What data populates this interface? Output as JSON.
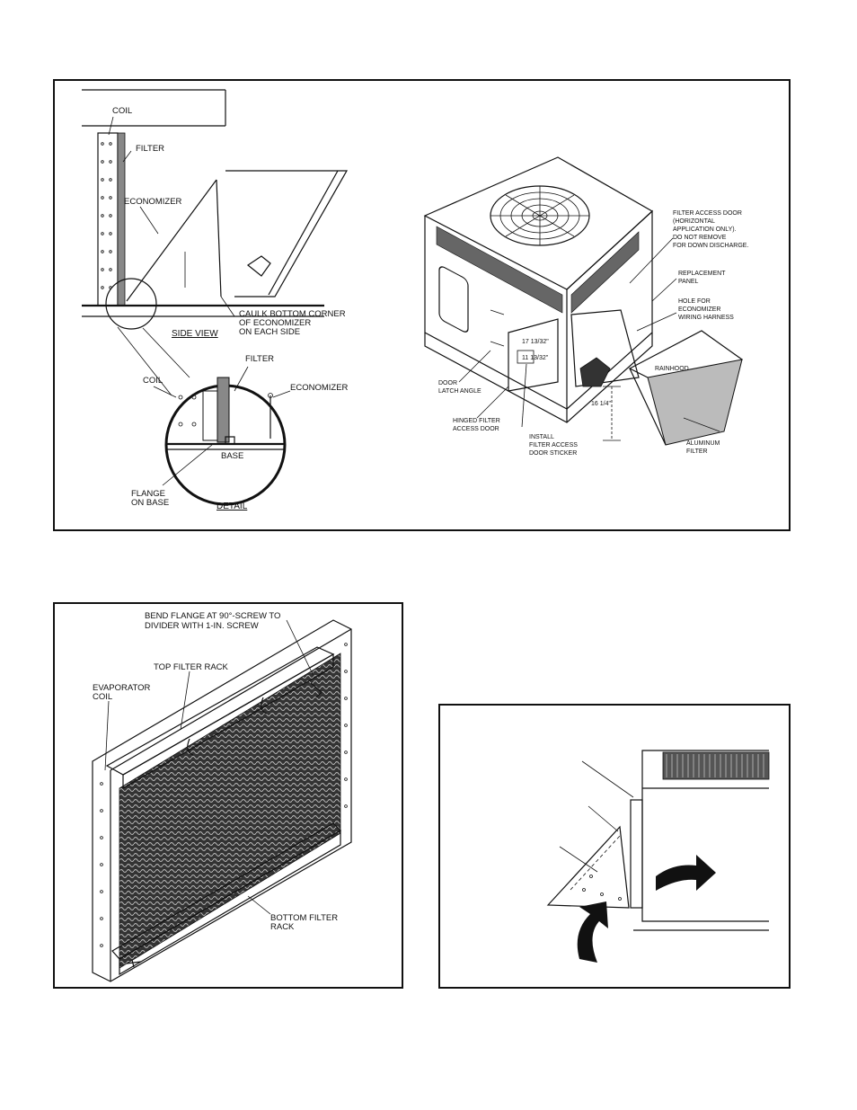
{
  "figure_a": {
    "side_view": {
      "coil": "COIL",
      "filter": "FILTER",
      "economizer": "ECONOMIZER",
      "caulk_1": "CAULK BOTTOM CORNER",
      "caulk_2": "OF ECONOMIZER",
      "caulk_3": "ON EACH SIDE",
      "title": "SIDE VIEW"
    },
    "detail": {
      "coil": "COIL",
      "filter": "FILTER",
      "economizer": "ECONOMIZER",
      "base": "BASE",
      "flange_1": "FLANGE",
      "flange_2": "ON BASE",
      "title": "DETAIL"
    },
    "unit": {
      "access_1": "FILTER ACCESS DOOR",
      "access_2": "(HORIZONTAL",
      "access_3": "APPLICATION ONLY).",
      "access_4": "DO NOT REMOVE",
      "access_5": "FOR DOWN DISCHARGE.",
      "replacement_1": "REPLACEMENT",
      "replacement_2": "PANEL",
      "hole_1": "HOLE FOR",
      "hole_2": "ECONOMIZER",
      "hole_3": "WIRING HARNESS",
      "rainhood": "RAINHOOD",
      "dim_1": "17 13/32\"",
      "dim_2": "11 13/32\"",
      "dim_3": "16 1/4\"",
      "latch_1": "DOOR",
      "latch_2": "LATCH ANGLE",
      "hinged_1": "HINGED FILTER",
      "hinged_2": "ACCESS DOOR",
      "sticker_1": "INSTALL",
      "sticker_2": "FILTER ACCESS",
      "sticker_3": "DOOR STICKER",
      "alum_1": "ALUMINUM",
      "alum_2": "FILTER"
    }
  },
  "figure_b": {
    "bend_1": "BEND FLANGE AT 90°-SCREW TO",
    "bend_2": "DIVIDER WITH 1-IN. SCREW",
    "top_rack": "TOP FILTER RACK",
    "evap_1": "EVAPORATOR",
    "evap_2": "COIL",
    "bottom_1": "BOTTOM FILTER",
    "bottom_2": "RACK"
  }
}
